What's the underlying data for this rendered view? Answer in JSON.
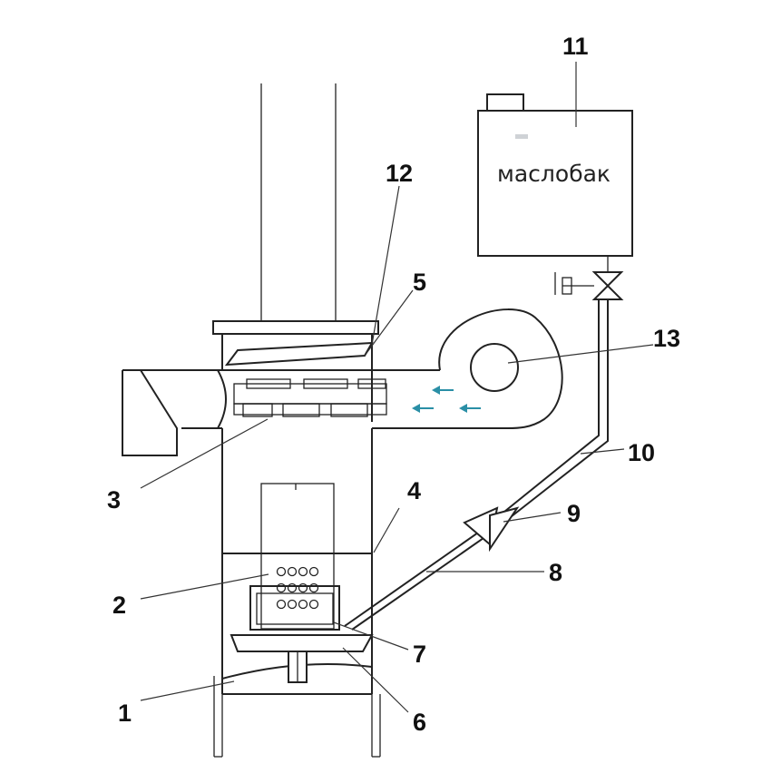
{
  "tank": {
    "label": "маслобак"
  },
  "callouts": [
    {
      "id": "1",
      "text": "1"
    },
    {
      "id": "2",
      "text": "2"
    },
    {
      "id": "3",
      "text": "3"
    },
    {
      "id": "4",
      "text": "4"
    },
    {
      "id": "5",
      "text": "5"
    },
    {
      "id": "6",
      "text": "6"
    },
    {
      "id": "7",
      "text": "7"
    },
    {
      "id": "8",
      "text": "8"
    },
    {
      "id": "9",
      "text": "9"
    },
    {
      "id": "10",
      "text": "10"
    },
    {
      "id": "11",
      "text": "11"
    },
    {
      "id": "12",
      "text": "12"
    },
    {
      "id": "13",
      "text": "13"
    }
  ],
  "colors": {
    "line": "#222222",
    "airflow": "#2a8fa6",
    "background": "#ffffff"
  }
}
